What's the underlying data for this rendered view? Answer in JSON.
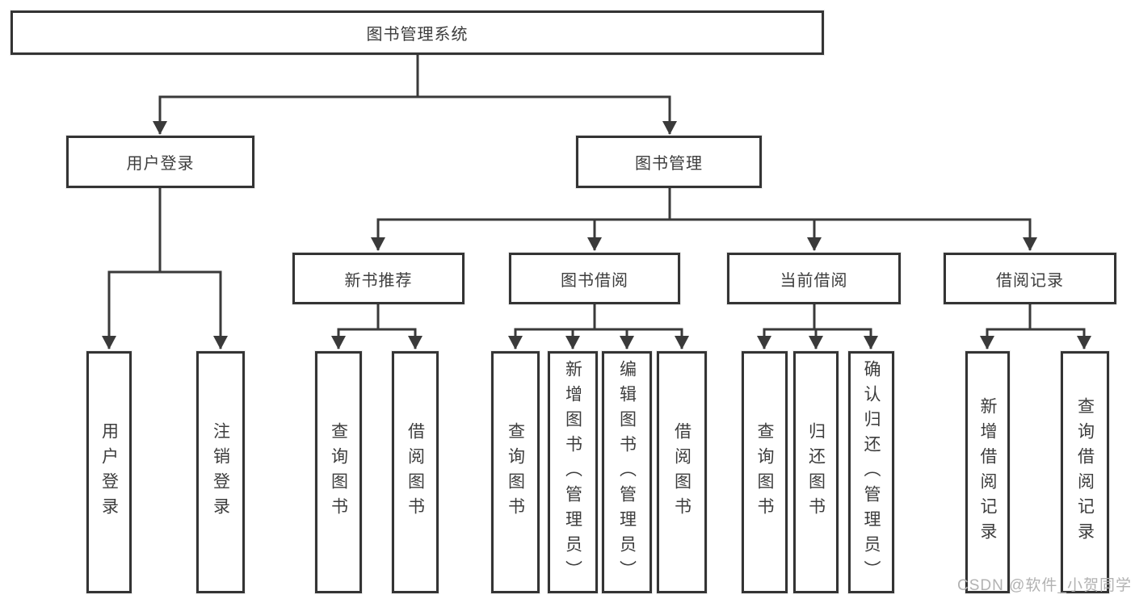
{
  "colors": {
    "line": "#3a3a3a",
    "border": "#343434",
    "text": "#3d3d3d",
    "watermark_text": "#b2b2b2",
    "background": "#ffffff"
  },
  "root": {
    "label": "图书管理系统"
  },
  "branches": [
    {
      "label": "用户登录",
      "children": [
        {
          "label": "用户登录"
        },
        {
          "label": "注销登录"
        }
      ]
    },
    {
      "label": "图书管理",
      "children": [
        {
          "label": "新书推荐",
          "children": [
            {
              "label": "查询图书"
            },
            {
              "label": "借阅图书"
            }
          ]
        },
        {
          "label": "图书借阅",
          "children": [
            {
              "label": "查询图书"
            },
            {
              "label": "新增图书（管理员）"
            },
            {
              "label": "编辑图书（管理员）"
            },
            {
              "label": "借阅图书"
            }
          ]
        },
        {
          "label": "当前借阅",
          "children": [
            {
              "label": "查询图书"
            },
            {
              "label": "归还图书"
            },
            {
              "label": "确认归还（管理员）"
            }
          ]
        },
        {
          "label": "借阅记录",
          "children": [
            {
              "label": "新增借阅记录"
            },
            {
              "label": "查询借阅记录"
            }
          ]
        }
      ]
    }
  ],
  "watermark": "CSDN @软件_小贺同学"
}
